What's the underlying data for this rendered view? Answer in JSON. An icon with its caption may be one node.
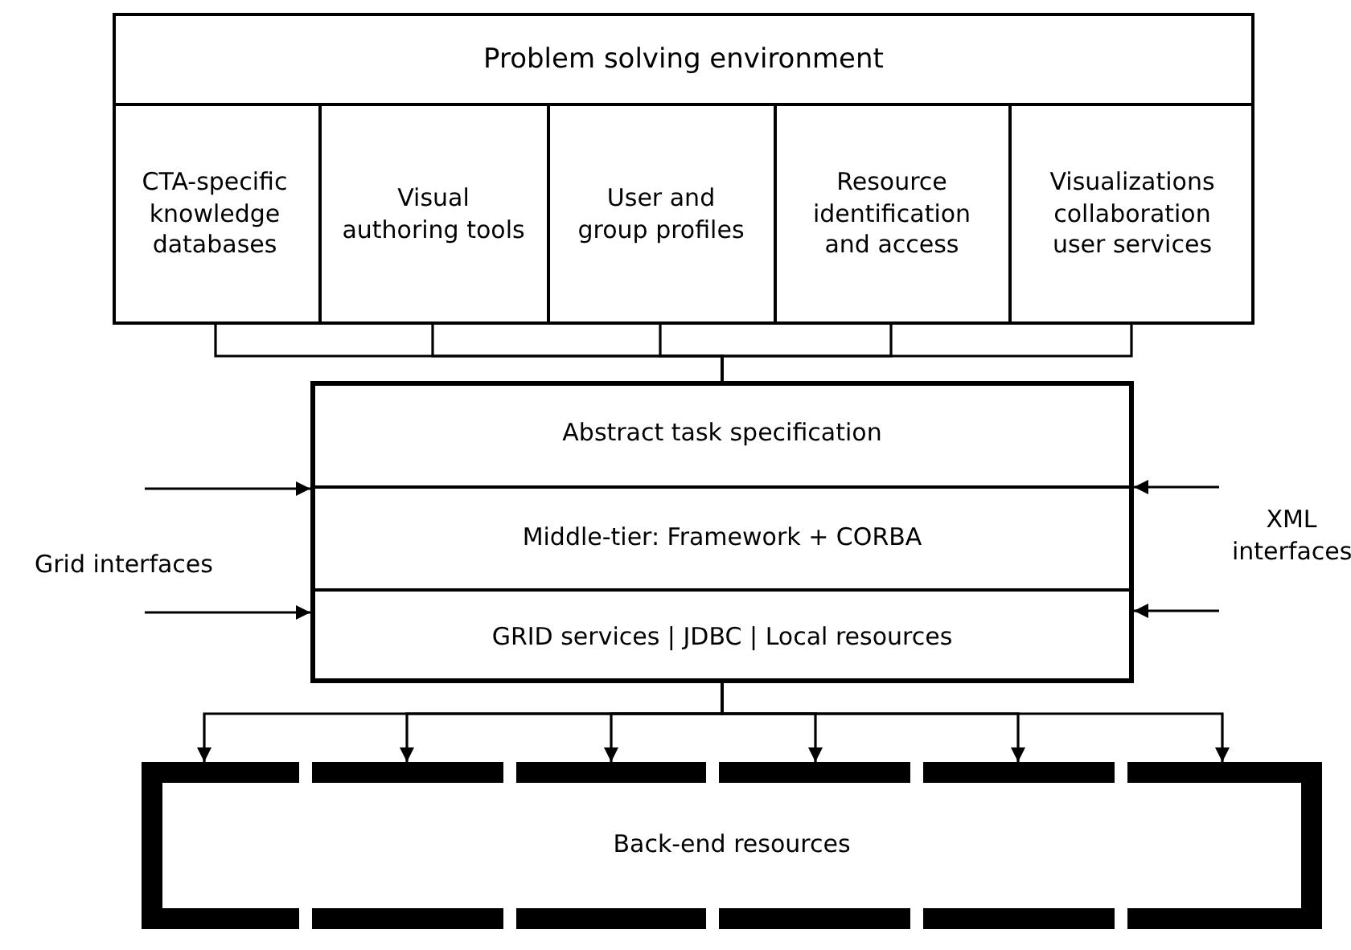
{
  "diagram": {
    "nodes": [
      {
        "text": [
          "Problem solving environment"
        ]
      },
      {
        "text": [
          "CTA-specific knowledge databases"
        ],
        "in": 0
      },
      {
        "text": [
          "Visual authoring tools"
        ],
        "in": 0
      },
      {
        "text": [
          "User and group profiles"
        ],
        "in": 0
      },
      {
        "text": [
          "Resource identification and access"
        ],
        "in": 0
      },
      {
        "text": [
          "Visualizations collaboration user services"
        ],
        "in": 0
      },
      {
        "text": [],
        "shape": "box"
      },
      {
        "text": [
          "Abstract task specification"
        ],
        "in": 6
      },
      {
        "text": [
          "Middle-tier: Framework + CORBA"
        ],
        "in": 6
      },
      {
        "text": [
          "GRID services | JDBC | Local resources"
        ],
        "in": 6
      },
      {
        "text": [
          "Back-end resources"
        ]
      }
    ],
    "edges": [
      {
        "from": 1,
        "to": 6,
        "arrow": "none"
      },
      {
        "from": 2,
        "to": 6,
        "arrow": "none"
      },
      {
        "from": 3,
        "to": 6,
        "arrow": "none"
      },
      {
        "from": 4,
        "to": 6,
        "arrow": "none"
      },
      {
        "from": 5,
        "to": 6,
        "arrow": "none"
      },
      {
        "from": null,
        "to": 6,
        "arrow": "to"
      },
      {
        "from": null,
        "to": 6,
        "arrow": "to"
      },
      {
        "from": null,
        "to": 6,
        "arrow": "to"
      },
      {
        "from": null,
        "to": 6,
        "arrow": "to"
      },
      {
        "from": 9,
        "to": 10,
        "arrow": "to"
      },
      {
        "from": 9,
        "to": 10,
        "arrow": "to"
      },
      {
        "from": 9,
        "to": 10,
        "arrow": "to"
      },
      {
        "from": 9,
        "to": 10,
        "arrow": "to"
      },
      {
        "from": 9,
        "to": 10,
        "arrow": "to"
      },
      {
        "from": 9,
        "to": 10,
        "arrow": "to"
      }
    ],
    "labels": [
      "Grid interfaces",
      "XML interfaces"
    ]
  }
}
